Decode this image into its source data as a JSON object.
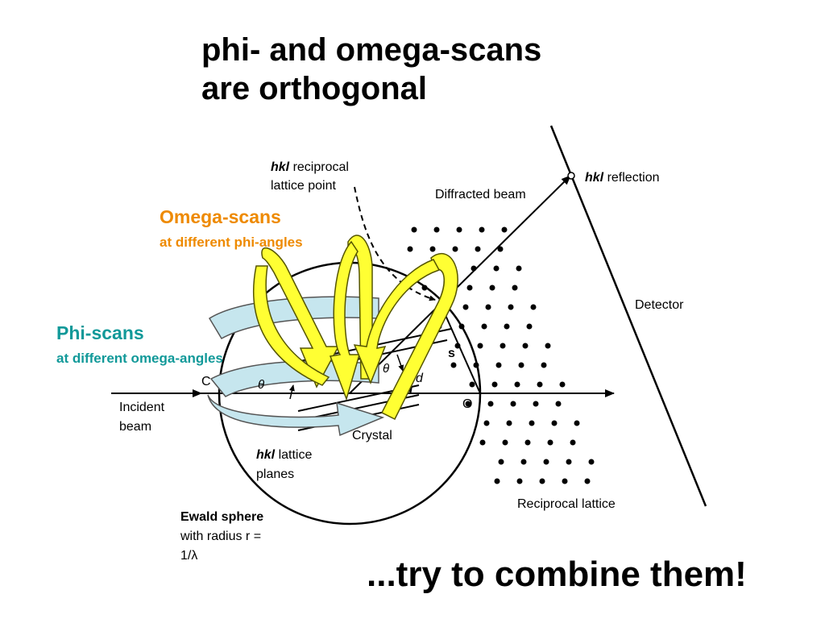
{
  "title": {
    "line1": "phi- and omega-scans",
    "line2": "are orthogonal"
  },
  "tagline": "...try to combine them!",
  "labels": {
    "hkl": "hkl",
    "reciprocal_suffix": " reciprocal",
    "lattice_point": "lattice point",
    "reflection_suffix": " reflection",
    "diffracted_beam": "Diffracted beam",
    "detector": "Detector",
    "incident_line1": "Incident",
    "incident_line2": "beam",
    "crystal": "Crystal",
    "lattice_suffix": " lattice",
    "planes": "planes",
    "ewald_title": "Ewald sphere",
    "ewald_line2": "with radius r =",
    "ewald_line3": "1/λ",
    "reciprocal_lattice": "Reciprocal lattice",
    "s": "s",
    "d": "d",
    "theta": "θ",
    "origin": "O",
    "center": "C"
  },
  "omega_scans": {
    "title": "Omega-scans",
    "subtitle": "at different phi-angles",
    "color": "#ee8a00"
  },
  "phi_scans": {
    "title": "Phi-scans",
    "subtitle": "at different omega-angles",
    "color": "#119999"
  },
  "colors": {
    "omega_arrow": "#ffff33",
    "phi_arrow": "#c6e6ee",
    "outline": "#555500"
  }
}
